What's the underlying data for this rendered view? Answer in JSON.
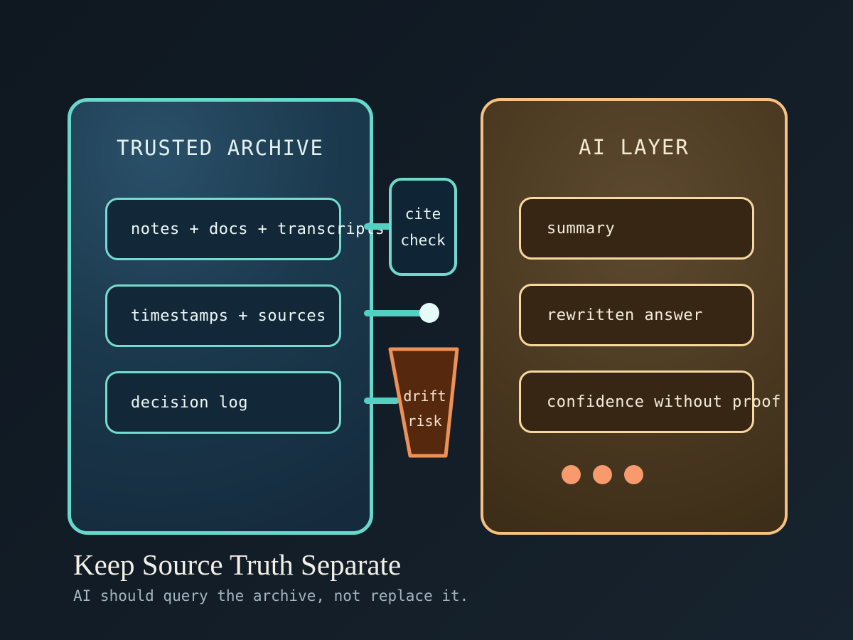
{
  "archive_panel": {
    "title": "TRUSTED ARCHIVE",
    "items": [
      "notes + docs + transcripts",
      "timestamps + sources",
      "decision log"
    ]
  },
  "ai_panel": {
    "title": "AI LAYER",
    "items": [
      "summary",
      "rewritten answer",
      "confidence without proof"
    ]
  },
  "cite_check": {
    "line1": "cite",
    "line2": "check"
  },
  "drift_risk": {
    "line1": "drift",
    "line2": "risk"
  },
  "footer": {
    "title": "Keep Source Truth Separate",
    "subtitle": "AI should query the archive, not replace it."
  },
  "colors": {
    "background": "#121c26",
    "archive_border": "#68d8cb",
    "archive_fill": "#1b394d",
    "ai_border": "#f6c282",
    "ai_fill": "#4a3820",
    "connector": "#55cfc2",
    "probe_circle": "#e4fbf7",
    "funnel_border": "#ee9157",
    "funnel_fill": "#56290f",
    "dot": "#f89a6c"
  }
}
